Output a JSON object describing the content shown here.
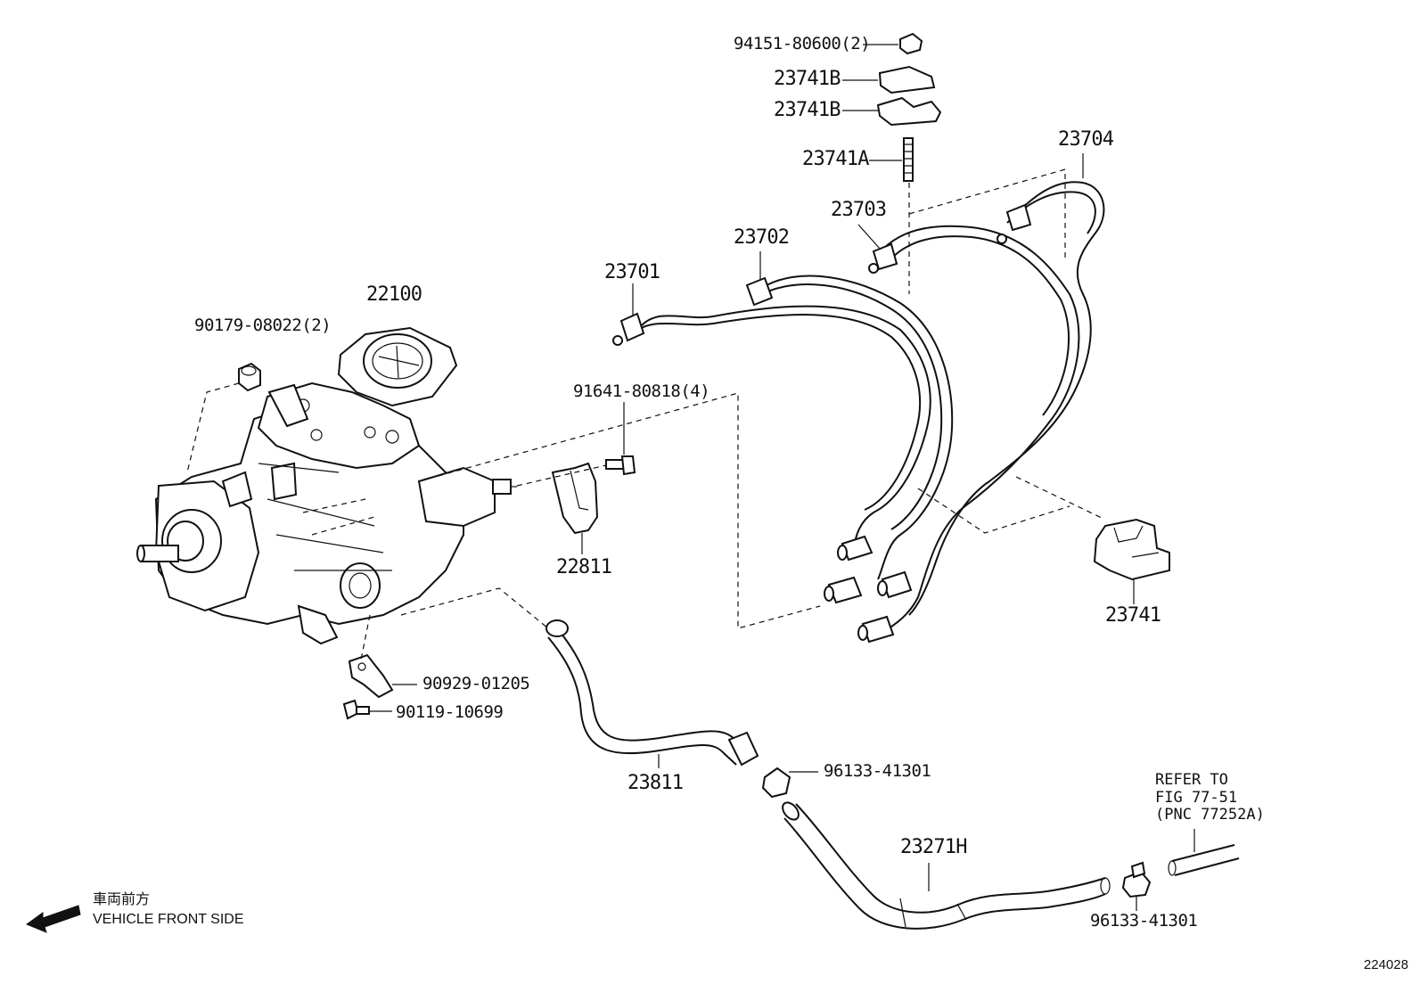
{
  "diagram_id": "224028",
  "parts": {
    "p_94151": "94151-80600(2)",
    "p_23741B_top": "23741B",
    "p_23741B_bot": "23741B",
    "p_23741A": "23741A",
    "p_23704": "23704",
    "p_23703": "23703",
    "p_23702": "23702",
    "p_23701": "23701",
    "p_22100": "22100",
    "p_90179": "90179-08022(2)",
    "p_91641": "91641-80818(4)",
    "p_22811": "22811",
    "p_23741": "23741",
    "p_90929": "90929-01205",
    "p_90119": "90119-10699",
    "p_23811": "23811",
    "p_96133_a": "96133-41301",
    "p_23271H": "23271H",
    "p_96133_b": "96133-41301"
  },
  "refer": {
    "line1": "REFER TO",
    "line2": "FIG 77-51",
    "line3": "(PNC 77252A)"
  },
  "front_direction": {
    "japanese": "車両前方",
    "english": "VEHICLE FRONT SIDE"
  }
}
